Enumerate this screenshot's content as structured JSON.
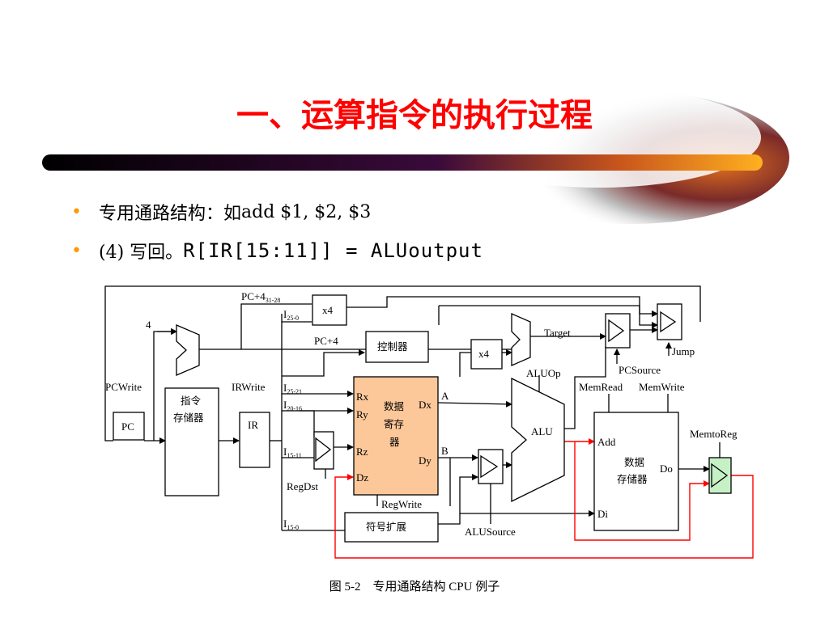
{
  "slide": {
    "title": "一、运算指令的执行过程",
    "bullets": [
      {
        "prefix": "专用通路结构：如",
        "text": "add $1, $2, $3"
      },
      {
        "prefix": "(4) 写回。",
        "text": "R[IR[15:11]] = ALUoutput"
      }
    ],
    "caption": "图 5-2　专用通路结构 CPU 例子",
    "colors": {
      "title": "#ff0000",
      "bullet": "#ff9900",
      "regfile_fill": "#fcc89a",
      "mux_fill": "#c6f0c6",
      "highlight_wire": "#ff0000"
    }
  },
  "diagram": {
    "pc": "PC",
    "pcwrite": "PCWrite",
    "irwrite": "IRWrite",
    "ir": "IR",
    "imem_line1": "指令",
    "imem_line2": "存储器",
    "const4": "4",
    "pc4_high_main": "PC+4",
    "pc4_high_sub": "31-28",
    "pc4": "PC+4",
    "x4_top": "x4",
    "x4_mid": "x4",
    "i25_main": "I",
    "i25_sub": "25-0",
    "controller": "控制器",
    "target": "Target",
    "jump": "Jump",
    "pcsource": "PCSource",
    "aluop": "ALUOp",
    "i2521_main": "I",
    "i2521_sub": "25-21",
    "i2016_main": "I",
    "i2016_sub": "20-16",
    "i1511_main": "I",
    "i1511_sub": "15-11",
    "i150_main": "I",
    "i150_sub": "15-0",
    "rx": "Rx",
    "ry": "Ry",
    "rz": "Rz",
    "dz": "Dz",
    "dx": "Dx",
    "dy": "Dy",
    "regfile_l1": "数据",
    "regfile_l2": "寄存",
    "regfile_l3": "器",
    "bus_a": "A",
    "bus_b": "B",
    "regdst": "RegDst",
    "regwrite": "RegWrite",
    "signext": "符号扩展",
    "alu": "ALU",
    "alusource": "ALUSource",
    "memread": "MemRead",
    "memwrite": "MemWrite",
    "memtoreg": "MemtoReg",
    "dmem_l1": "数据",
    "dmem_l2": "存储器",
    "add": "Add",
    "di": "Di",
    "do": "Do"
  }
}
